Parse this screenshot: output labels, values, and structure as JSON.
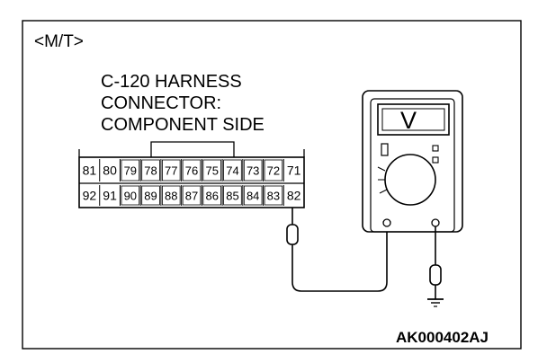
{
  "mode_label": "<M/T>",
  "connector_title": [
    "C-120 HARNESS",
    "CONNECTOR:",
    "COMPONENT SIDE"
  ],
  "pins_top": [
    "81",
    "80",
    "79",
    "78",
    "77",
    "76",
    "75",
    "74",
    "73",
    "72",
    "71"
  ],
  "pins_bottom": [
    "92",
    "91",
    "90",
    "89",
    "88",
    "87",
    "86",
    "85",
    "84",
    "83",
    "82"
  ],
  "figure_id": "AK000402AJ",
  "meter_display_symbol": "V",
  "colors": {
    "ink": "#000000",
    "background": "#ffffff"
  }
}
